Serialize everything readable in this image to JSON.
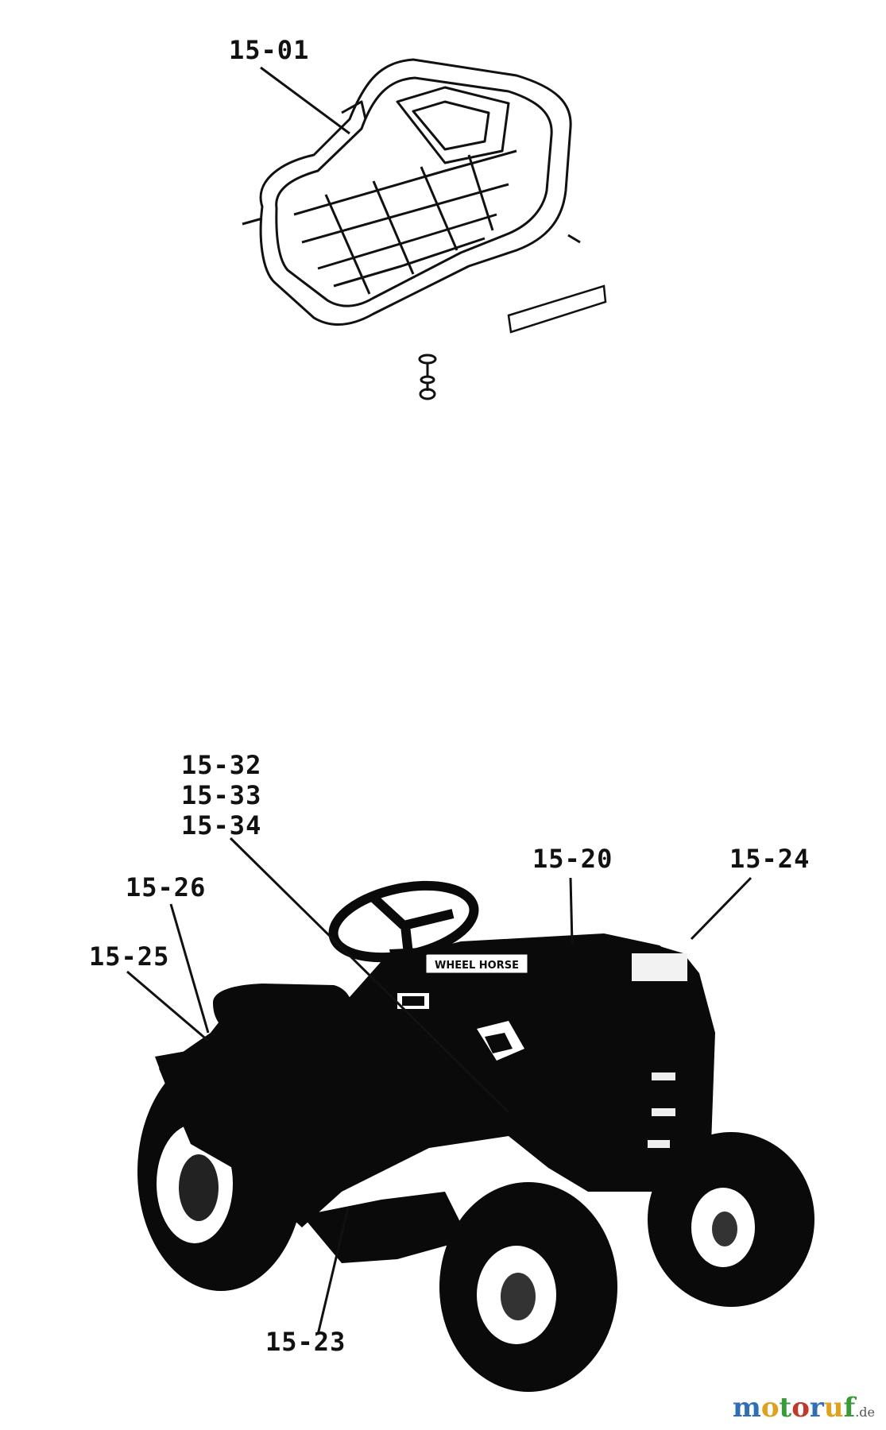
{
  "callouts": {
    "seat": "15-01",
    "steering_column_1": "15-32",
    "steering_column_2": "15-33",
    "steering_column_3": "15-34",
    "hood": "15-20",
    "grille": "15-24",
    "fender_upper": "15-26",
    "fender_lower": "15-25",
    "frame": "15-23"
  },
  "badge_text": "WHEEL HORSE",
  "watermark": {
    "name": "motoruf",
    "suffix": ".de",
    "colors": [
      "#2f6fb5",
      "#e0a020",
      "#3a9a3a",
      "#c0392b"
    ]
  }
}
